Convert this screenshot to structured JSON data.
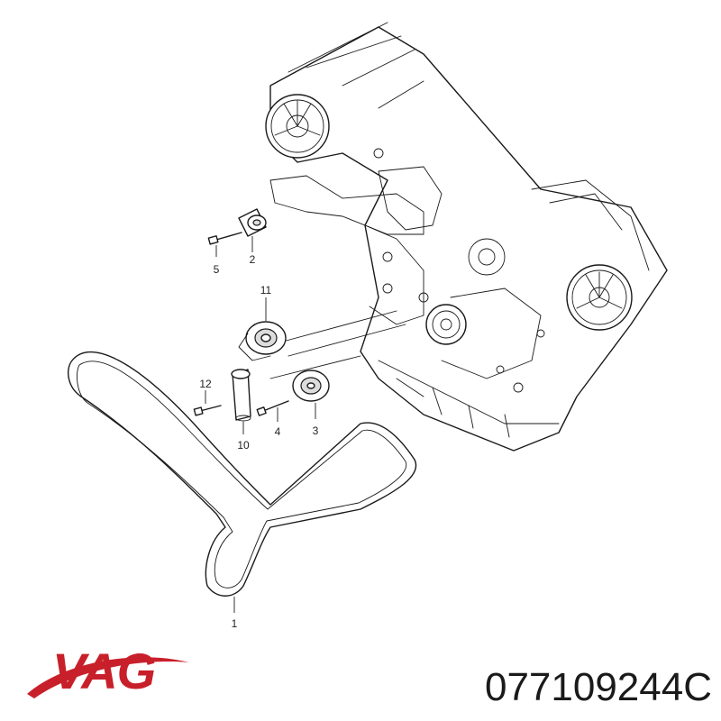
{
  "callouts": [
    "1",
    "2",
    "3",
    "4",
    "5",
    "10",
    "11",
    "12"
  ],
  "brand": {
    "name": "VAG",
    "color": "#c8202a"
  },
  "part_number": "077109244C"
}
